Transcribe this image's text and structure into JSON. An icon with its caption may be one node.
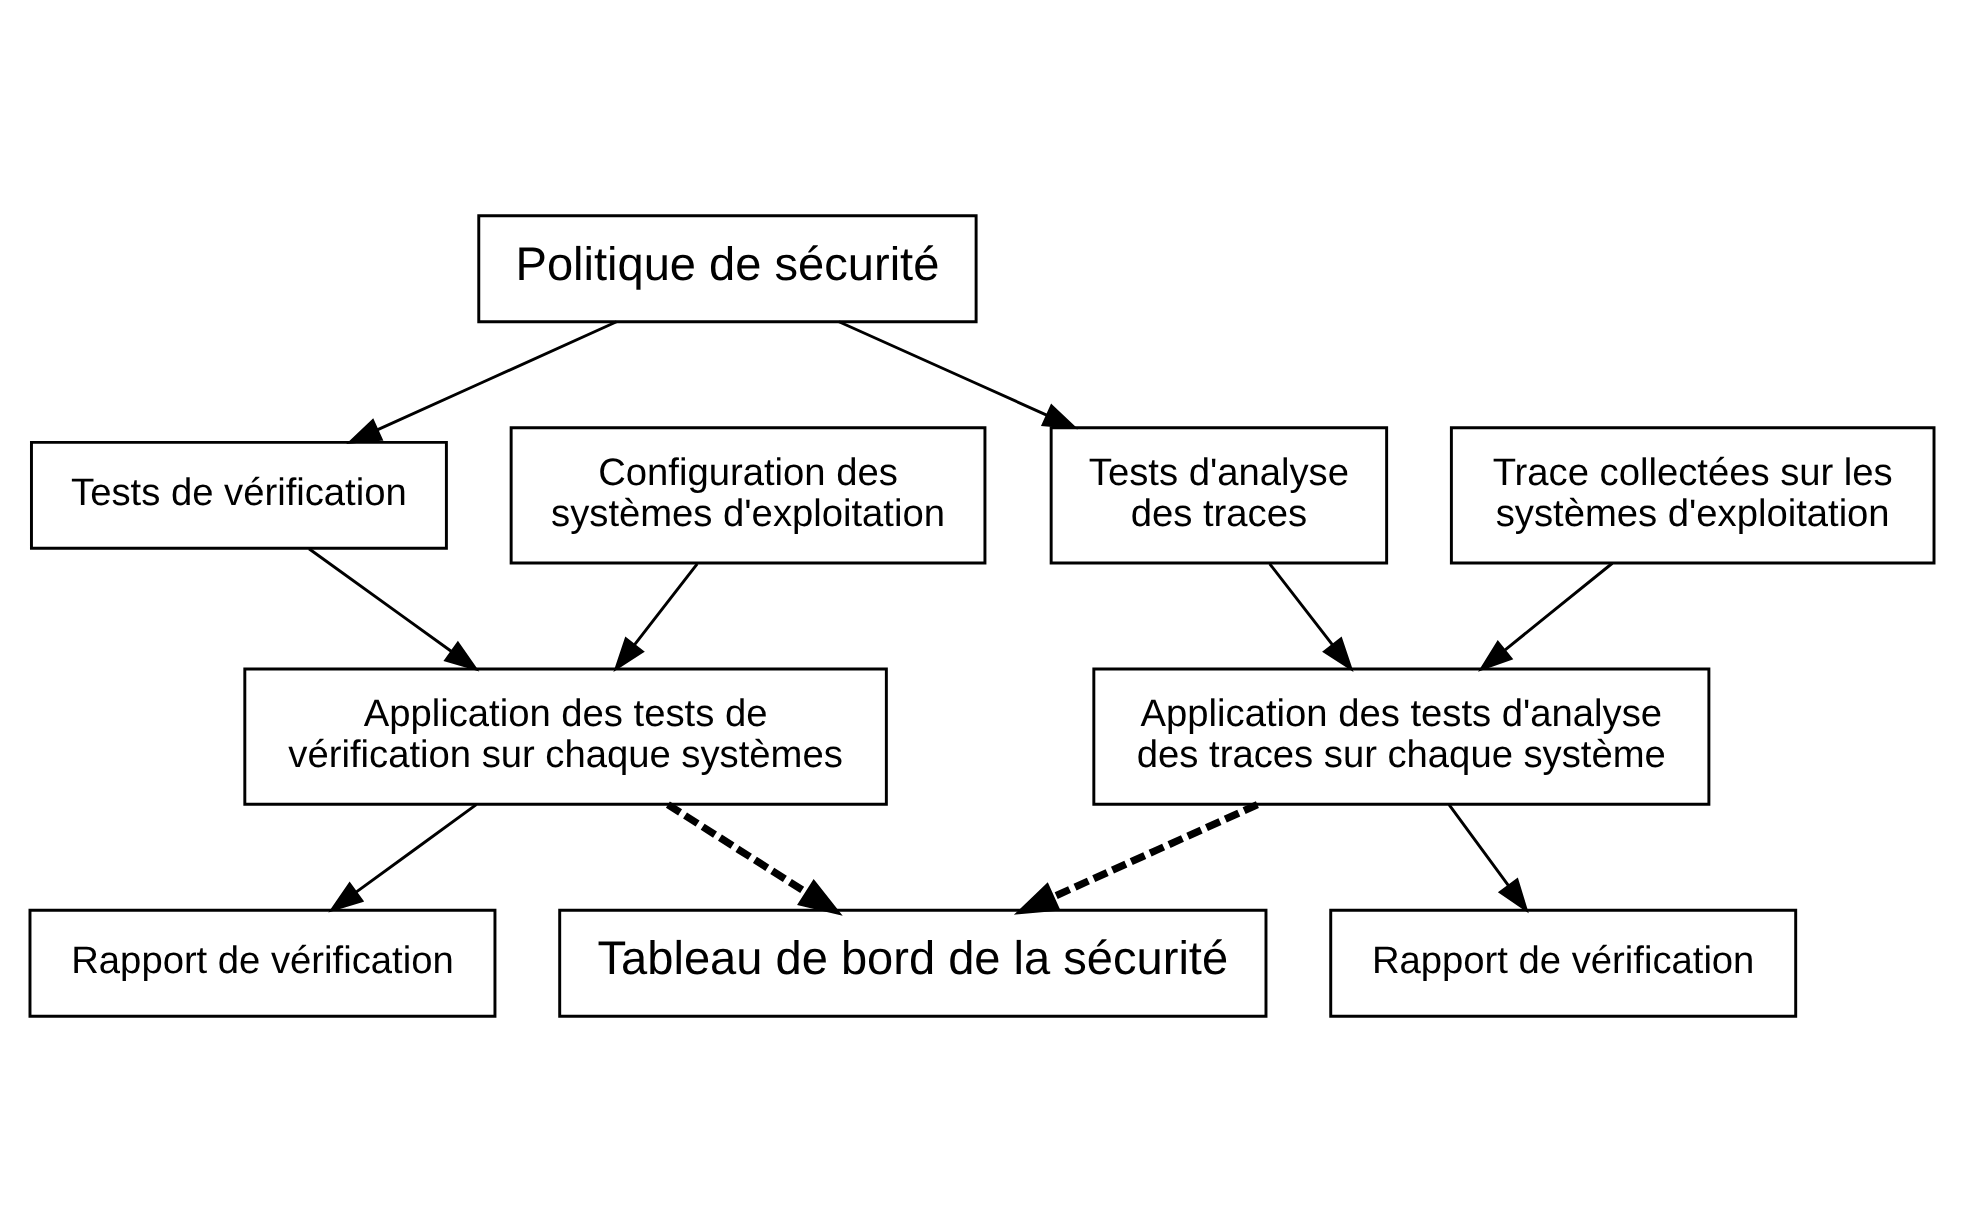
{
  "diagram": {
    "nodes": [
      {
        "text": [
          "Politique de sécurité"
        ]
      },
      {
        "text": [
          "Configuration des systèmes d'exploitation"
        ]
      },
      {
        "text": [
          "Tests de vérification"
        ]
      },
      {
        "text": [
          "Tests d'analyse des traces"
        ]
      },
      {
        "text": [
          "Trace collectées sur les systèmes d'exploitation"
        ]
      },
      {
        "text": [
          "Application des tests de vérification sur chaque systèmes"
        ]
      },
      {
        "text": [
          "Application des tests d'analyse des traces sur chaque système"
        ]
      },
      {
        "text": [
          "Rapport de vérification"
        ]
      },
      {
        "text": [
          "Rapport de vérification"
        ]
      },
      {
        "text": [
          "Tableau de bord de la sécurité"
        ]
      }
    ],
    "edges": [
      {
        "from": 0,
        "to": 2,
        "arrow": "to"
      },
      {
        "from": 0,
        "to": 3,
        "arrow": "to"
      },
      {
        "from": 1,
        "to": 5,
        "arrow": "to"
      },
      {
        "from": 2,
        "to": 5,
        "arrow": "to"
      },
      {
        "from": 3,
        "to": 6,
        "arrow": "to"
      },
      {
        "from": 4,
        "to": 6,
        "arrow": "to"
      },
      {
        "from": 5,
        "to": 7,
        "arrow": "to"
      },
      {
        "from": 6,
        "to": 8,
        "arrow": "to"
      },
      {
        "from": 5,
        "to": 9,
        "arrow": "to",
        "style": "dashed"
      },
      {
        "from": 6,
        "to": 9,
        "arrow": "to",
        "style": "dashed"
      }
    ]
  }
}
